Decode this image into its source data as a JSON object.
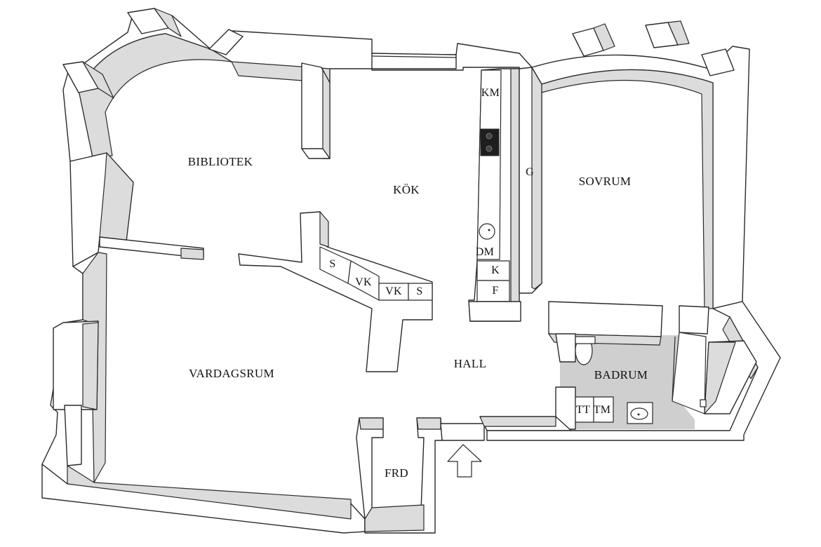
{
  "rooms": {
    "bibliotek": "BIBLIOTEK",
    "kok": "KÖK",
    "sovrum": "SOVRUM",
    "vardagsrum": "VARDAGSRUM",
    "hall": "HALL",
    "badrum": "BADRUM",
    "frd": "FRD"
  },
  "fixtures": {
    "km": "KM",
    "g": "G",
    "dm": "DM",
    "k": "K",
    "f": "F",
    "s1": "S",
    "vk1": "VK",
    "vk2": "VK",
    "s2": "S",
    "tt": "TT",
    "tm": "TM"
  },
  "colors": {
    "wall_top": "#ffffff",
    "wall_side": "#dcdcdc",
    "bathroom_floor": "#cfcfcf",
    "line": "#2a2a2a"
  },
  "icons": {
    "entrance": "entrance-arrow-icon"
  }
}
